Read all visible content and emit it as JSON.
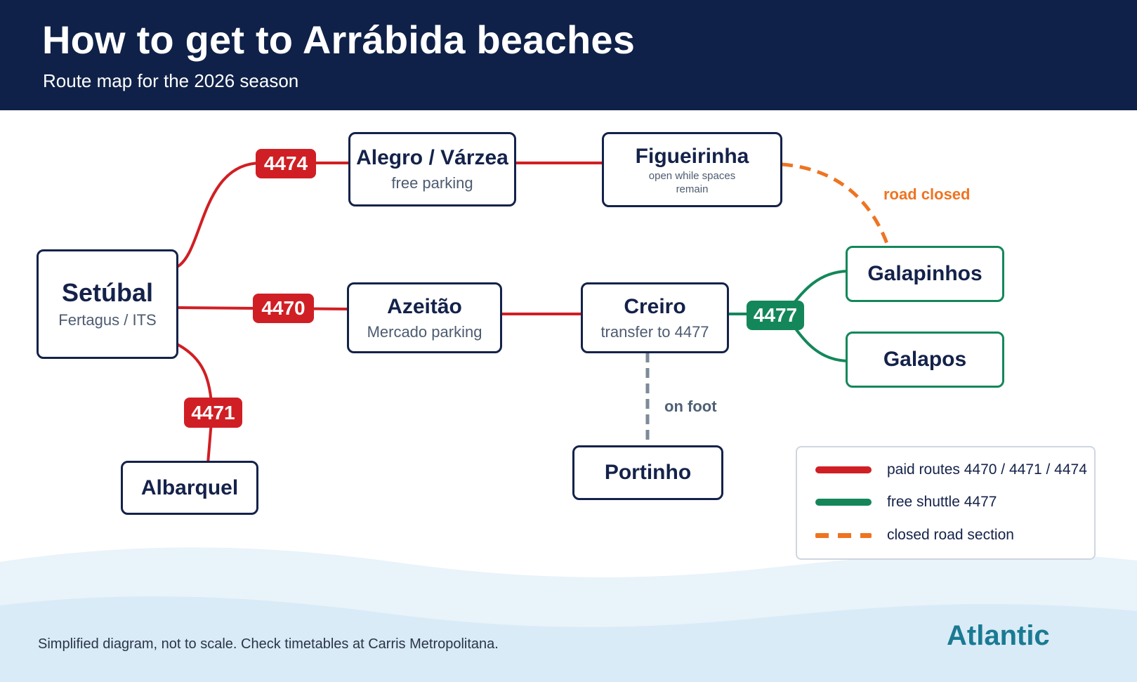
{
  "header": {
    "title": "How to get to Arrábida beaches",
    "subtitle": "Route map for the 2026 season"
  },
  "nodes": {
    "setubal": {
      "name": "Setúbal",
      "sub": "Fertagus / ITS"
    },
    "alegro": {
      "name": "Alegro / Várzea",
      "sub": "free parking"
    },
    "figueirinha": {
      "name": "Figueirinha",
      "sub": "open while spaces remain"
    },
    "azeitao": {
      "name": "Azeitão",
      "sub": "Mercado parking"
    },
    "creiro": {
      "name": "Creiro",
      "sub": "transfer to 4477"
    },
    "galapinhos": {
      "name": "Galapinhos"
    },
    "galapos": {
      "name": "Galapos"
    },
    "albarquel": {
      "name": "Albarquel"
    },
    "portinho": {
      "name": "Portinho"
    }
  },
  "routes": {
    "r4474": {
      "label": "4474",
      "color": "#d01f24"
    },
    "r4470": {
      "label": "4470",
      "color": "#d01f24"
    },
    "r4471": {
      "label": "4471",
      "color": "#d01f24"
    },
    "r4477": {
      "label": "4477",
      "color": "#14875a"
    }
  },
  "edge_labels": {
    "road_closed": "road closed",
    "on_foot": "on foot"
  },
  "legend": {
    "items": [
      {
        "label": "paid routes 4470 / 4471 / 4474",
        "color": "#d01f24",
        "style": "solid"
      },
      {
        "label": "free shuttle 4477",
        "color": "#14875a",
        "style": "solid"
      },
      {
        "label": "closed road section",
        "color": "#ee7422",
        "style": "dashed"
      }
    ]
  },
  "footer": {
    "note": "Simplified diagram, not to scale. Check timetables at Carris Metropolitana.",
    "brand": "Atlantic"
  },
  "colors": {
    "header_bg": "#0f2148",
    "node_border": "#14224a",
    "paid": "#d01f24",
    "free": "#14875a",
    "closed": "#ee7422",
    "walk": "#7d8a99",
    "brand": "#1a7a93"
  }
}
